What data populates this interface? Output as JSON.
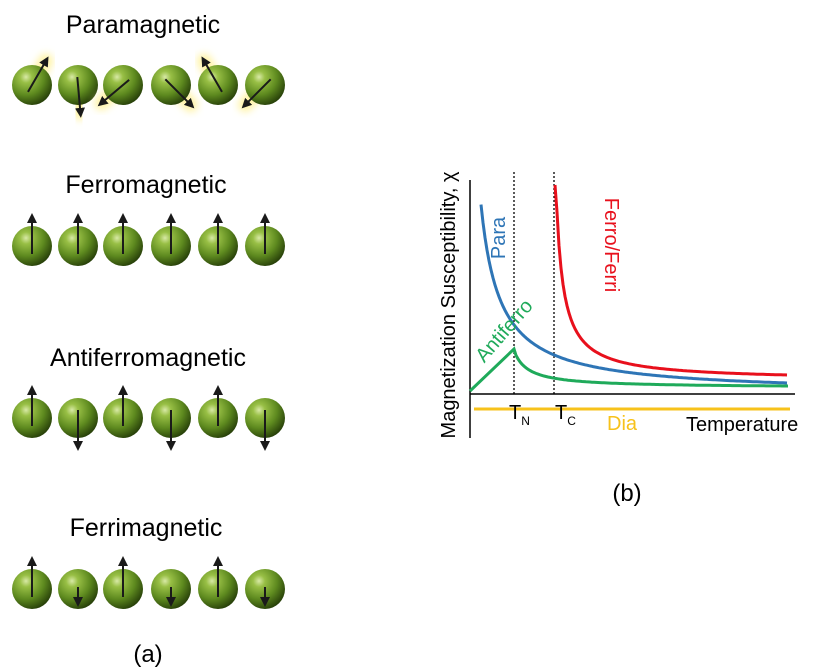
{
  "panel_a": {
    "caption": "(a)",
    "rows": [
      {
        "title": "Paramagnetic",
        "spin_angles_deg": [
          30,
          175,
          230,
          135,
          330,
          225
        ]
      },
      {
        "title": "Ferromagnetic",
        "spin_angles_deg": [
          0,
          0,
          0,
          0,
          0,
          0
        ]
      },
      {
        "title": "Antiferromagnetic",
        "spin_angles_deg": [
          0,
          180,
          0,
          180,
          0,
          180
        ]
      },
      {
        "title": "Ferrimagnetic",
        "spin_angles_deg": [
          0,
          180,
          0,
          180,
          0,
          180
        ],
        "spin_lengths": [
          "long",
          "short",
          "long",
          "short",
          "long",
          "short"
        ]
      }
    ],
    "atom_color": "#5f8a22",
    "glow_color": "#fff3a0",
    "arrow_color": "#1a1a1a"
  },
  "panel_b": {
    "caption": "(b)",
    "y_axis_label": "Magnetization Susceptibility, χ",
    "x_axis_label": "Temperature",
    "markers": [
      {
        "main": "T",
        "sub": "N"
      },
      {
        "main": "T",
        "sub": "C"
      }
    ],
    "curves": [
      {
        "label": "Para",
        "color": "#2e75b6"
      },
      {
        "label": "Ferro/Ferri",
        "color": "#e8101c"
      },
      {
        "label": "Antiferro",
        "color": "#1faa5a"
      },
      {
        "label": "Dia",
        "color": "#f7c21b"
      }
    ]
  }
}
